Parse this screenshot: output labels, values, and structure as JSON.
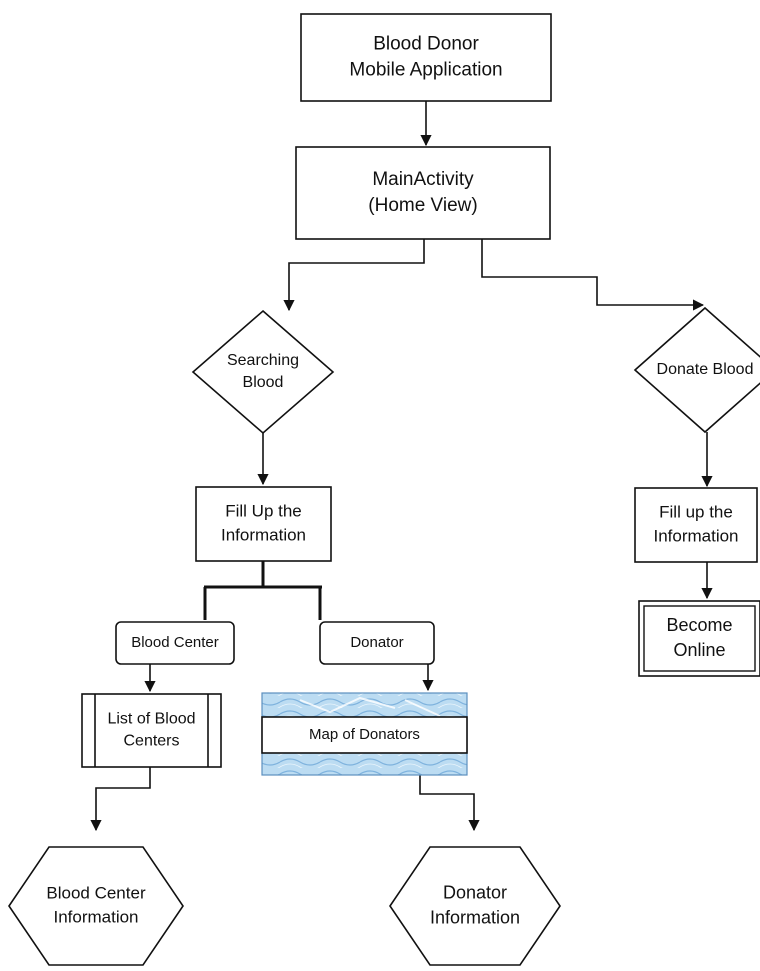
{
  "diagram": {
    "nodes": {
      "app": [
        "Blood Donor",
        "Mobile Application"
      ],
      "main": [
        "MainActivity",
        "(Home View)"
      ],
      "searching": [
        "Searching",
        "Blood"
      ],
      "donate": [
        "Donate Blood"
      ],
      "fill_left": [
        "Fill Up the",
        "Information"
      ],
      "fill_right": [
        "Fill up the",
        "Information"
      ],
      "become_online": [
        "Become",
        "Online"
      ],
      "blood_center": [
        "Blood Center"
      ],
      "donator": [
        "Donator"
      ],
      "list_centers": [
        "List of Blood",
        "Centers"
      ],
      "map_donators": [
        "Map of Donators"
      ],
      "center_info": [
        "Blood Center",
        "Information"
      ],
      "donator_info": [
        "Donator",
        "Information"
      ]
    },
    "colors": {
      "stroke": "#111111",
      "fill": "#ffffff",
      "map_water": "#bcdcf2",
      "map_water_dark": "#7fb3de"
    }
  }
}
